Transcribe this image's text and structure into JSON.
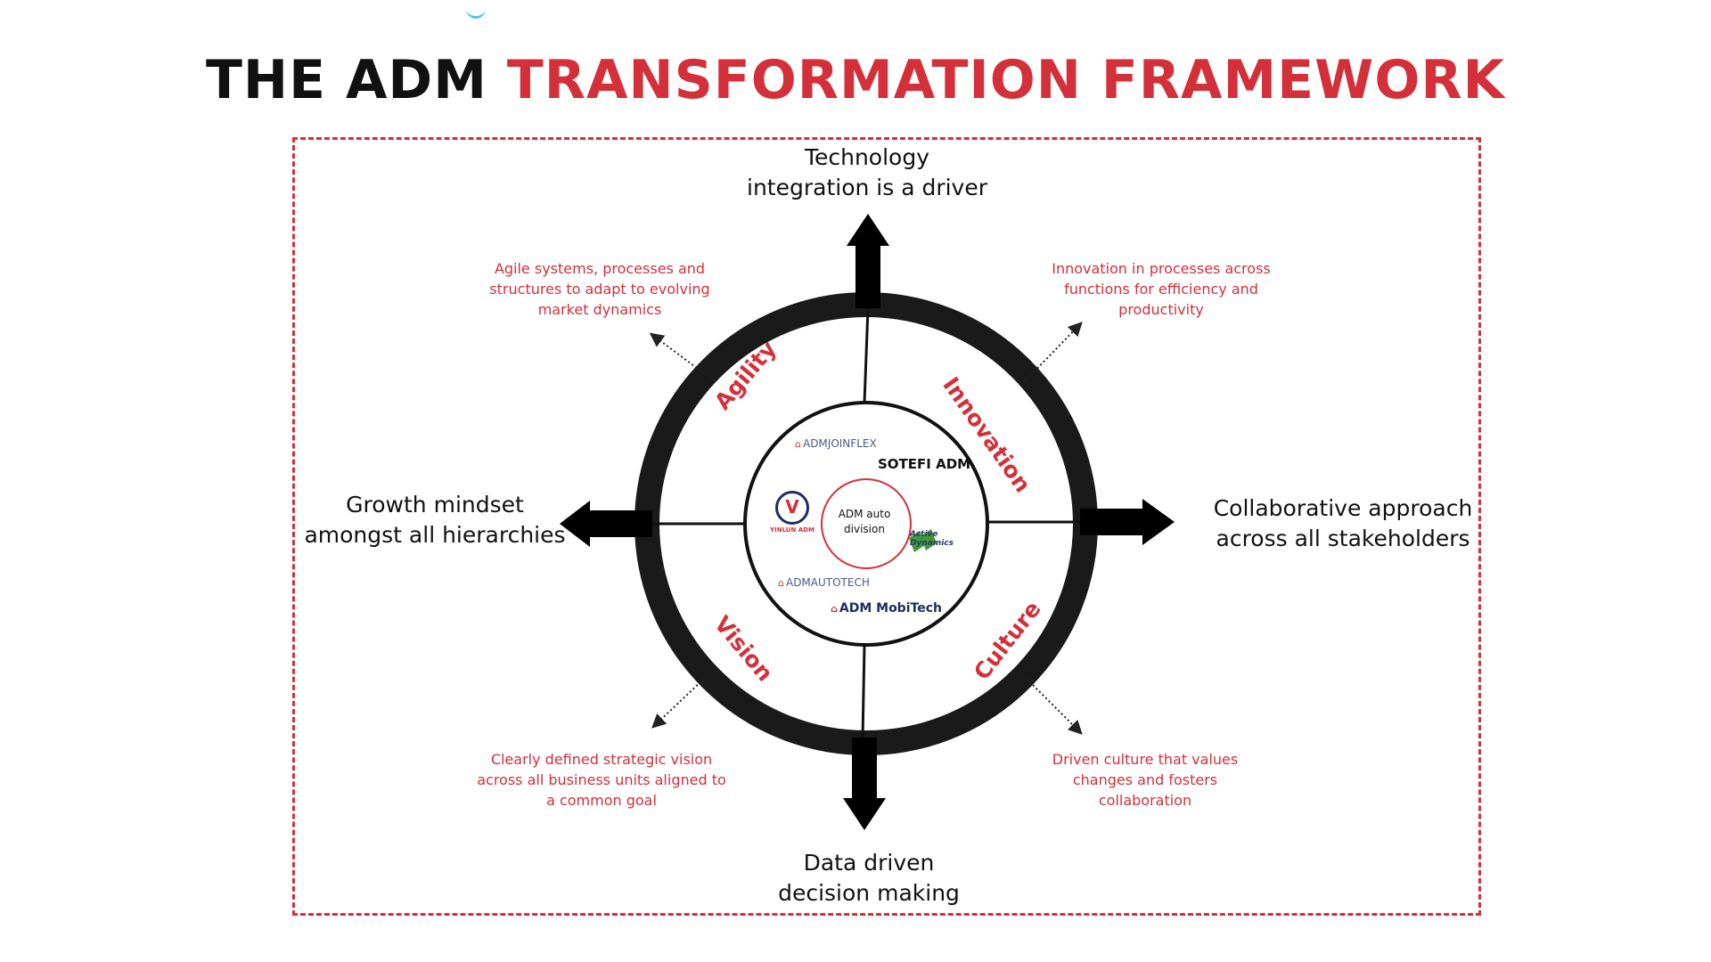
{
  "title": {
    "part1": "THE ADM ",
    "part2": "TRANSFORMATION FRAMEWORK"
  },
  "center": {
    "text": "ADM auto division"
  },
  "logos": {
    "joinflex": "ADMJOINFLEX",
    "sotefi": "SOTEFI ADM",
    "yinlun": "YINLUN ADM",
    "active": "Active Dynamics",
    "autotech": "ADMAUTOTECH",
    "mobitech": "ADM MobiTech"
  },
  "pillars": {
    "agility": "Agility",
    "innovation": "Innovation",
    "vision": "Vision",
    "culture": "Culture"
  },
  "drivers": {
    "top": "Technology integration is a driver",
    "left": "Growth mindset amongst all hierarchies",
    "right": "Collaborative approach across all stakeholders",
    "bottom": "Data driven decision making"
  },
  "notes": {
    "agility": "Agile systems, processes and structures to adapt to evolving market dynamics",
    "innovation": "Innovation in processes across functions for efficiency and productivity",
    "vision": "Clearly defined strategic vision across all business units aligned to a common goal",
    "culture": "Driven culture that values changes and fosters collaboration"
  },
  "colors": {
    "accent": "#d3303a",
    "ring": "#1a1a1a",
    "text": "#111111"
  }
}
